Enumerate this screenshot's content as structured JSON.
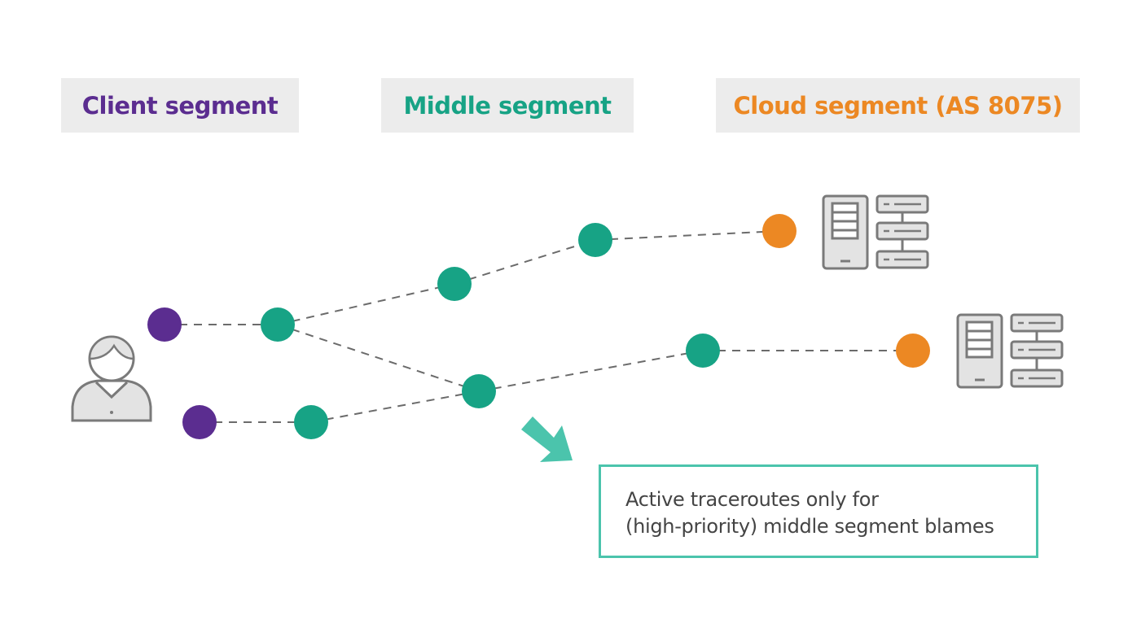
{
  "segments": {
    "client": {
      "label": "Client segment",
      "color": "#5b2d90"
    },
    "middle": {
      "label": "Middle segment",
      "color": "#17a385"
    },
    "cloud": {
      "label": "Cloud segment (AS 8075)",
      "color": "#ec8823"
    }
  },
  "colors": {
    "link": "#6b6b6b",
    "icon_stroke": "#7a7a7a",
    "icon_fill": "#e3e3e3",
    "arrow": "#4bc4ac",
    "note_border": "#4bc4ac"
  },
  "paths": [
    {
      "name": "path-upper",
      "hops": [
        "client",
        "middle",
        "middle",
        "middle",
        "cloud"
      ]
    },
    {
      "name": "path-branch",
      "hops": [
        "middle",
        "middle",
        "middle",
        "cloud"
      ]
    },
    {
      "name": "path-lower",
      "hops": [
        "client",
        "middle",
        "middle",
        "middle",
        "cloud"
      ]
    }
  ],
  "icons": {
    "user": "user-icon",
    "server": "server-icon"
  },
  "note": {
    "line1": "Active traceroutes only for",
    "line2": "(high-priority) middle segment blames"
  }
}
